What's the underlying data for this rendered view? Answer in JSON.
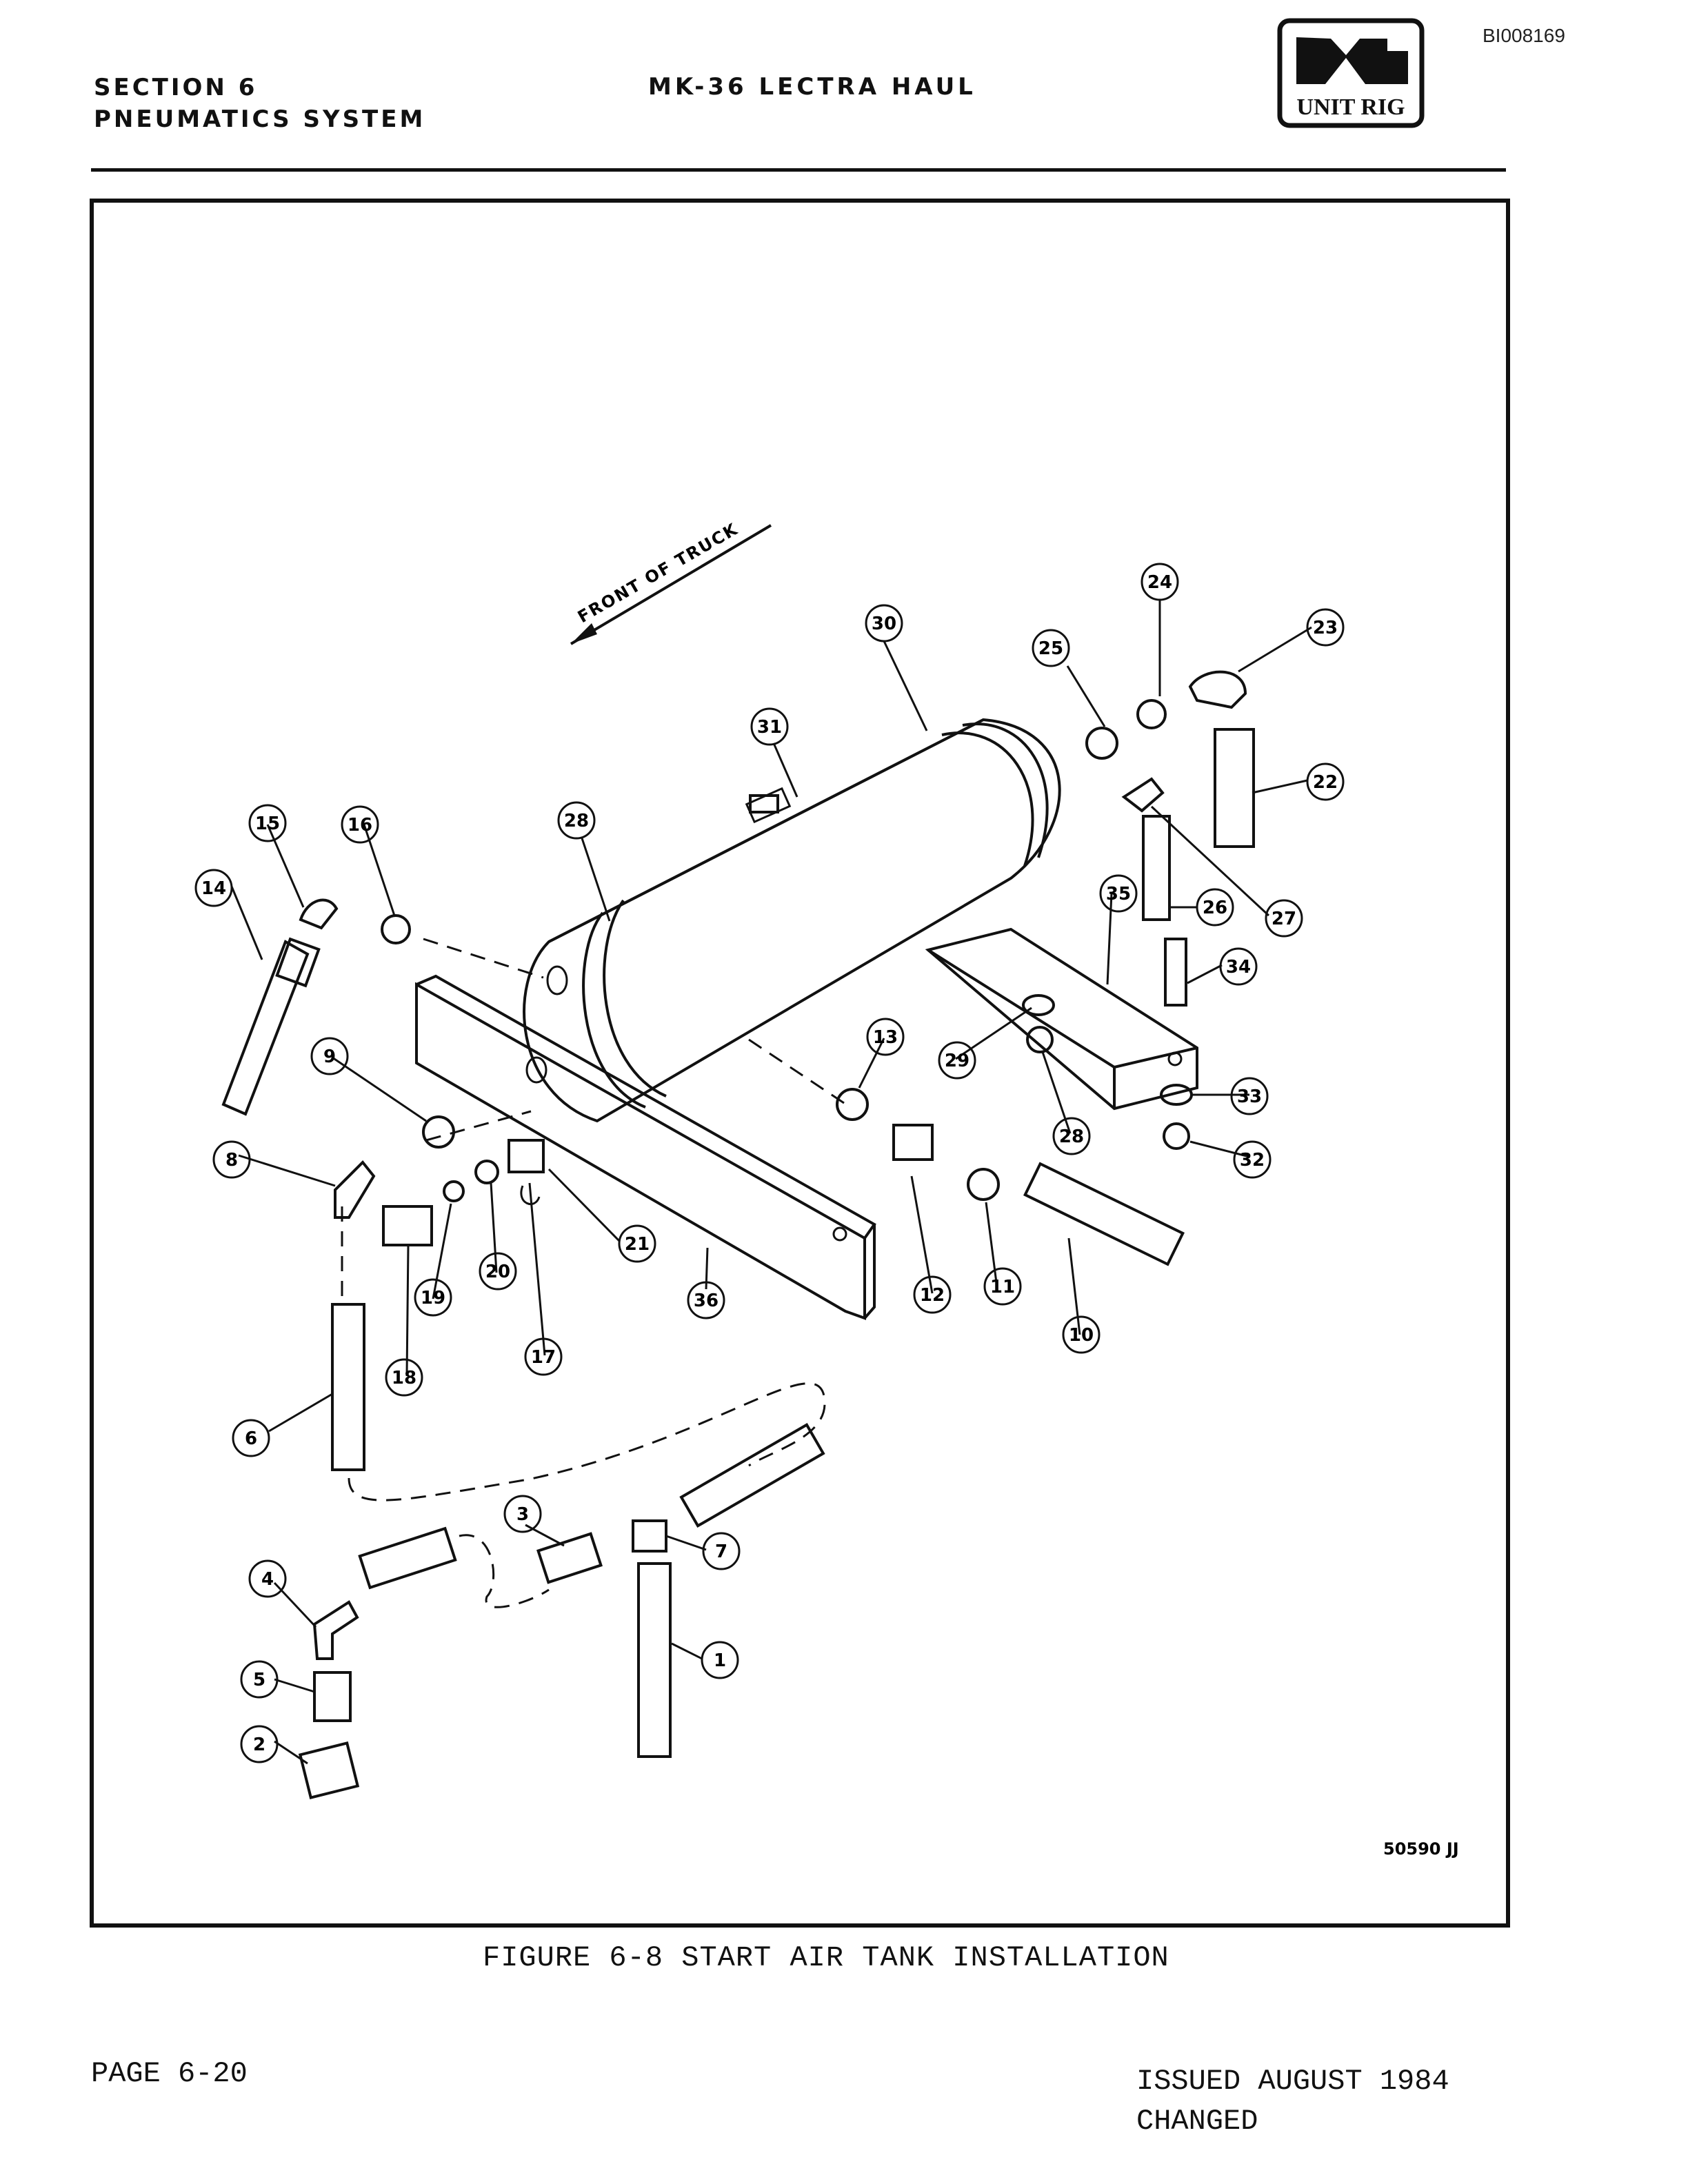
{
  "document_id": "BI008169",
  "header": {
    "section_line": "SECTION 6",
    "system_line": "PNEUMATICS SYSTEM",
    "model_title": "MK-36 LECTRA HAUL",
    "logo_text": "UNIT RIG"
  },
  "figure": {
    "direction_label": "FRONT OF TRUCK",
    "drawing_number": "50590 JJ",
    "callouts": [
      "1",
      "2",
      "3",
      "4",
      "5",
      "6",
      "7",
      "8",
      "9",
      "10",
      "11",
      "12",
      "13",
      "14",
      "15",
      "16",
      "17",
      "18",
      "19",
      "20",
      "21",
      "22",
      "23",
      "24",
      "25",
      "26",
      "27",
      "28",
      "28",
      "29",
      "30",
      "31",
      "32",
      "33",
      "34",
      "35",
      "36"
    ]
  },
  "caption": "FIGURE 6-8  START AIR TANK INSTALLATION",
  "footer": {
    "page": "PAGE  6-20",
    "issued": "ISSUED  AUGUST 1984",
    "changed": "CHANGED"
  }
}
